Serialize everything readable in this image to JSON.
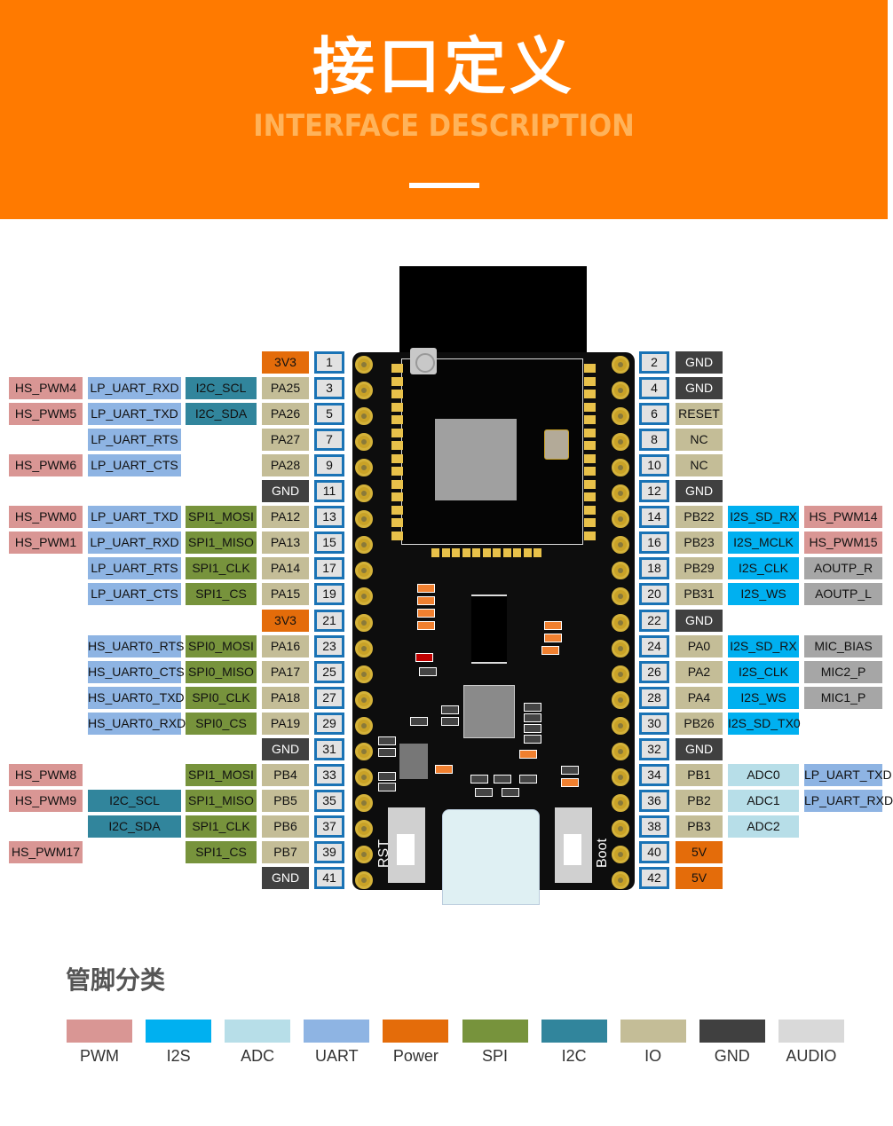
{
  "header": {
    "title": "接口定义",
    "subtitle": "INTERFACE DESCRIPTION"
  },
  "board": {
    "silkscreen_left": "RST",
    "silkscreen_right": "Boot"
  },
  "left_pins": [
    {
      "num": "1",
      "pin": "3V3",
      "pin_type": "power",
      "i2c": "",
      "spi": "",
      "uart": "",
      "pwm": ""
    },
    {
      "num": "3",
      "pin": "PA25",
      "pin_type": "io",
      "spi_or_i2c": "I2C_SCL",
      "spi_or_i2c_type": "i2c",
      "uart": "LP_UART_RXD",
      "pwm": "HS_PWM4"
    },
    {
      "num": "5",
      "pin": "PA26",
      "pin_type": "io",
      "spi_or_i2c": "I2C_SDA",
      "spi_or_i2c_type": "i2c",
      "uart": "LP_UART_TXD",
      "pwm": "HS_PWM5"
    },
    {
      "num": "7",
      "pin": "PA27",
      "pin_type": "io",
      "spi_or_i2c": "",
      "uart": "LP_UART_RTS",
      "pwm": ""
    },
    {
      "num": "9",
      "pin": "PA28",
      "pin_type": "io",
      "spi_or_i2c": "",
      "uart": "LP_UART_CTS",
      "pwm": "HS_PWM6"
    },
    {
      "num": "11",
      "pin": "GND",
      "pin_type": "gnd",
      "spi_or_i2c": "",
      "uart": "",
      "pwm": ""
    },
    {
      "num": "13",
      "pin": "PA12",
      "pin_type": "io",
      "spi_or_i2c": "SPI1_MOSI",
      "spi_or_i2c_type": "spi",
      "uart": "LP_UART_TXD",
      "pwm": "HS_PWM0"
    },
    {
      "num": "15",
      "pin": "PA13",
      "pin_type": "io",
      "spi_or_i2c": "SPI1_MISO",
      "spi_or_i2c_type": "spi",
      "uart": "LP_UART_RXD",
      "pwm": "HS_PWM1"
    },
    {
      "num": "17",
      "pin": "PA14",
      "pin_type": "io",
      "spi_or_i2c": "SPI1_CLK",
      "spi_or_i2c_type": "spi",
      "uart": "LP_UART_RTS",
      "pwm": ""
    },
    {
      "num": "19",
      "pin": "PA15",
      "pin_type": "io",
      "spi_or_i2c": "SPI1_CS",
      "spi_or_i2c_type": "spi",
      "uart": "LP_UART_CTS",
      "pwm": ""
    },
    {
      "num": "21",
      "pin": "3V3",
      "pin_type": "power",
      "spi_or_i2c": "",
      "uart": "",
      "pwm": ""
    },
    {
      "num": "23",
      "pin": "PA16",
      "pin_type": "io",
      "spi_or_i2c": "SPI0_MOSI",
      "spi_or_i2c_type": "spi",
      "uart": "HS_UART0_RTS",
      "uart_type": "uart",
      "pwm": ""
    },
    {
      "num": "25",
      "pin": "PA17",
      "pin_type": "io",
      "spi_or_i2c": "SPI0_MISO",
      "spi_or_i2c_type": "spi",
      "uart": "HS_UART0_CTS",
      "uart_type": "uart",
      "pwm": ""
    },
    {
      "num": "27",
      "pin": "PA18",
      "pin_type": "io",
      "spi_or_i2c": "SPI0_CLK",
      "spi_or_i2c_type": "spi",
      "uart": "HS_UART0_TXD",
      "uart_type": "uart",
      "pwm": ""
    },
    {
      "num": "29",
      "pin": "PA19",
      "pin_type": "io",
      "spi_or_i2c": "SPI0_CS",
      "spi_or_i2c_type": "spi",
      "uart": "HS_UART0_RXD",
      "uart_type": "uart",
      "pwm": ""
    },
    {
      "num": "31",
      "pin": "GND",
      "pin_type": "gnd",
      "spi_or_i2c": "",
      "uart": "",
      "pwm": ""
    },
    {
      "num": "33",
      "pin": "PB4",
      "pin_type": "io",
      "spi_or_i2c": "SPI1_MOSI",
      "spi_or_i2c_type": "spi",
      "uart": "",
      "pwm": "HS_PWM8"
    },
    {
      "num": "35",
      "pin": "PB5",
      "pin_type": "io",
      "spi_or_i2c": "SPI1_MISO",
      "spi_or_i2c_type": "spi",
      "uart": "I2C_SCL",
      "uart_type": "i2c",
      "pwm": "HS_PWM9"
    },
    {
      "num": "37",
      "pin": "PB6",
      "pin_type": "io",
      "spi_or_i2c": "SPI1_CLK",
      "spi_or_i2c_type": "spi",
      "uart": "I2C_SDA",
      "uart_type": "i2c",
      "pwm": ""
    },
    {
      "num": "39",
      "pin": "PB7",
      "pin_type": "io",
      "spi_or_i2c": "SPI1_CS",
      "spi_or_i2c_type": "spi",
      "uart": "",
      "pwm": "HS_PWM17"
    },
    {
      "num": "41",
      "pin": "GND",
      "pin_type": "gnd",
      "spi_or_i2c": "",
      "uart": "",
      "pwm": ""
    }
  ],
  "right_pins": [
    {
      "num": "2",
      "pin": "GND",
      "pin_type": "gnd",
      "f1": "",
      "f2": ""
    },
    {
      "num": "4",
      "pin": "GND",
      "pin_type": "gnd",
      "f1": "",
      "f2": ""
    },
    {
      "num": "6",
      "pin": "RESET",
      "pin_type": "io",
      "f1": "",
      "f2": ""
    },
    {
      "num": "8",
      "pin": "NC",
      "pin_type": "io",
      "f1": "",
      "f2": ""
    },
    {
      "num": "10",
      "pin": "NC",
      "pin_type": "io",
      "f1": "",
      "f2": ""
    },
    {
      "num": "12",
      "pin": "GND",
      "pin_type": "gnd",
      "f1": "",
      "f2": ""
    },
    {
      "num": "14",
      "pin": "PB22",
      "pin_type": "io",
      "f1": "I2S_SD_RX",
      "f1_type": "i2s",
      "f2": "HS_PWM14",
      "f2_type": "pwm"
    },
    {
      "num": "16",
      "pin": "PB23",
      "pin_type": "io",
      "f1": "I2S_MCLK",
      "f1_type": "i2s",
      "f2": "HS_PWM15",
      "f2_type": "pwm"
    },
    {
      "num": "18",
      "pin": "PB29",
      "pin_type": "io",
      "f1": "I2S_CLK",
      "f1_type": "i2s",
      "f2": "AOUTP_R",
      "f2_type": "audio"
    },
    {
      "num": "20",
      "pin": "PB31",
      "pin_type": "io",
      "f1": "I2S_WS",
      "f1_type": "i2s",
      "f2": "AOUTP_L",
      "f2_type": "audio"
    },
    {
      "num": "22",
      "pin": "GND",
      "pin_type": "gnd",
      "f1": "",
      "f2": ""
    },
    {
      "num": "24",
      "pin": "PA0",
      "pin_type": "io",
      "f1": "I2S_SD_RX",
      "f1_type": "i2s",
      "f2": "MIC_BIAS",
      "f2_type": "audio"
    },
    {
      "num": "26",
      "pin": "PA2",
      "pin_type": "io",
      "f1": "I2S_CLK",
      "f1_type": "i2s",
      "f2": "MIC2_P",
      "f2_type": "audio"
    },
    {
      "num": "28",
      "pin": "PA4",
      "pin_type": "io",
      "f1": "I2S_WS",
      "f1_type": "i2s",
      "f2": "MIC1_P",
      "f2_type": "audio"
    },
    {
      "num": "30",
      "pin": "PB26",
      "pin_type": "io",
      "f1": "I2S_SD_TX0",
      "f1_type": "i2s",
      "f2": ""
    },
    {
      "num": "32",
      "pin": "GND",
      "pin_type": "gnd",
      "f1": "",
      "f2": ""
    },
    {
      "num": "34",
      "pin": "PB1",
      "pin_type": "io",
      "f1": "ADC0",
      "f1_type": "adc",
      "f2": "LP_UART_TXD",
      "f2_type": "uart"
    },
    {
      "num": "36",
      "pin": "PB2",
      "pin_type": "io",
      "f1": "ADC1",
      "f1_type": "adc",
      "f2": "LP_UART_RXD",
      "f2_type": "uart"
    },
    {
      "num": "38",
      "pin": "PB3",
      "pin_type": "io",
      "f1": "ADC2",
      "f1_type": "adc",
      "f2": ""
    },
    {
      "num": "40",
      "pin": "5V",
      "pin_type": "power",
      "f1": "",
      "f2": ""
    },
    {
      "num": "42",
      "pin": "5V",
      "pin_type": "power",
      "f1": "",
      "f2": ""
    }
  ],
  "legend": {
    "title": "管脚分类",
    "items": [
      {
        "label": "PWM",
        "type": "pwm",
        "color": "#d99694"
      },
      {
        "label": "I2S",
        "type": "i2s",
        "color": "#00b0f0"
      },
      {
        "label": "ADC",
        "type": "adc",
        "color": "#b7dee8"
      },
      {
        "label": "UART",
        "type": "uart",
        "color": "#8eb4e3"
      },
      {
        "label": "Power",
        "type": "power",
        "color": "#e46c0a"
      },
      {
        "label": "SPI",
        "type": "spi",
        "color": "#77933c"
      },
      {
        "label": "I2C",
        "type": "i2c",
        "color": "#31859c"
      },
      {
        "label": "IO",
        "type": "io",
        "color": "#c4bd97"
      },
      {
        "label": "GND",
        "type": "gnd",
        "color": "#404040"
      },
      {
        "label": "AUDIO",
        "type": "audio",
        "color": "#d9d9d9"
      }
    ]
  },
  "colors": {
    "banner": "#ff7a00",
    "pin_number_border": "#1a73b5"
  }
}
